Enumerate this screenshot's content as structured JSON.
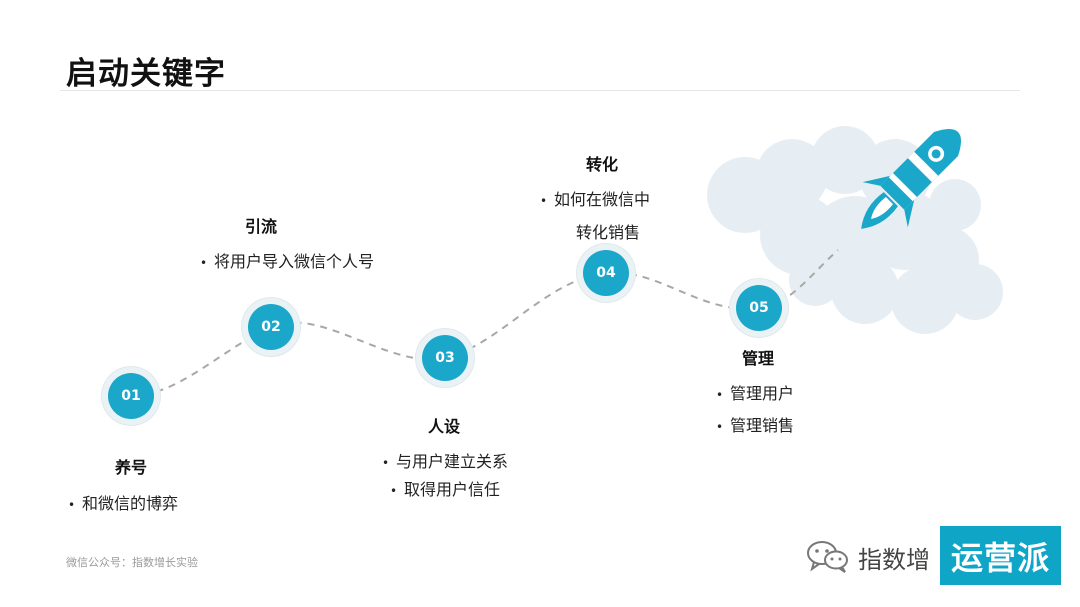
{
  "page": {
    "title": "启动关键字",
    "footer_note": "微信公众号：指数增长实验",
    "brand_text": "指数增",
    "badge_text": "运营派"
  },
  "colors": {
    "accent": "#1aa7c9",
    "ring": "#eaf2f5",
    "path": "#a8a8a8",
    "cloud": "#e7eef3",
    "rocket": "#1aa7c9"
  },
  "steps": [
    {
      "number": "01",
      "title": "养号",
      "bullets": [
        "和微信的博弈"
      ]
    },
    {
      "number": "02",
      "title": "引流",
      "bullets": [
        "将用户导入微信个人号"
      ]
    },
    {
      "number": "03",
      "title": "人设",
      "bullets": [
        "与用户建立关系",
        "取得用户信任"
      ]
    },
    {
      "number": "04",
      "title": "转化",
      "bullets": [
        "如何在微信中",
        "转化销售"
      ]
    },
    {
      "number": "05",
      "title": "管理",
      "bullets": [
        "管理用户",
        "管理销售"
      ]
    }
  ],
  "icons": {
    "rocket": "rocket-icon",
    "cloud": "cloud-icon",
    "wechat": "wechat-icon"
  }
}
